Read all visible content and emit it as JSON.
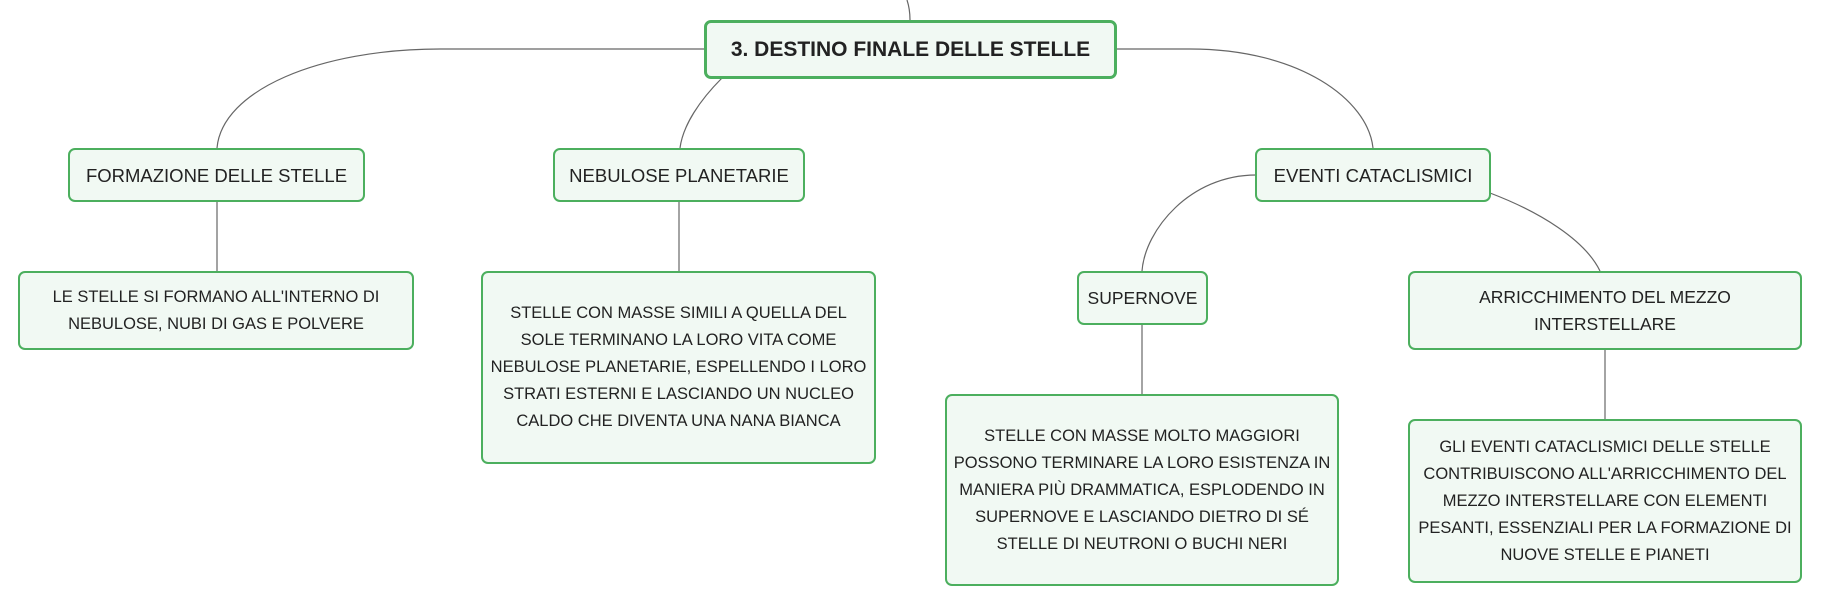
{
  "colors": {
    "border": "#4caf5e",
    "fill": "#f1f9f3",
    "line": "#666666"
  },
  "central_topic": "3. DESTINO FINALE DELLE STELLE",
  "branches": {
    "formazione": {
      "title": "FORMAZIONE DELLE STELLE",
      "detail": "LE STELLE SI FORMANO ALL'INTERNO DI NEBULOSE, NUBI DI GAS E POLVERE"
    },
    "nebulose": {
      "title": "NEBULOSE PLANETARIE",
      "detail": "STELLE CON MASSE SIMILI A QUELLA DEL SOLE TERMINANO LA LORO VITA COME NEBULOSE PLANETARIE, ESPELLENDO I LORO STRATI ESTERNI E LASCIANDO UN NUCLEO CALDO CHE DIVENTA UNA NANA BIANCA"
    },
    "eventi": {
      "title": "EVENTI CATACLISMICI",
      "supernove": {
        "title": "SUPERNOVE",
        "detail": "STELLE CON MASSE MOLTO MAGGIORI POSSONO TERMINARE LA LORO ESISTENZA IN MANIERA PIÙ DRAMMATICA, ESPLODENDO IN SUPERNOVE E LASCIANDO DIETRO DI SÉ STELLE DI NEUTRONI O BUCHI NERI"
      },
      "arricchimento": {
        "title": "ARRICCHIMENTO DEL MEZZO INTERSTELLARE",
        "detail": "GLI EVENTI CATACLISMICI DELLE STELLE CONTRIBUISCONO ALL'ARRICCHIMENTO DEL MEZZO INTERSTELLARE CON ELEMENTI PESANTI, ESSENZIALI PER LA FORMAZIONE DI NUOVE STELLE E PIANETI"
      }
    }
  }
}
